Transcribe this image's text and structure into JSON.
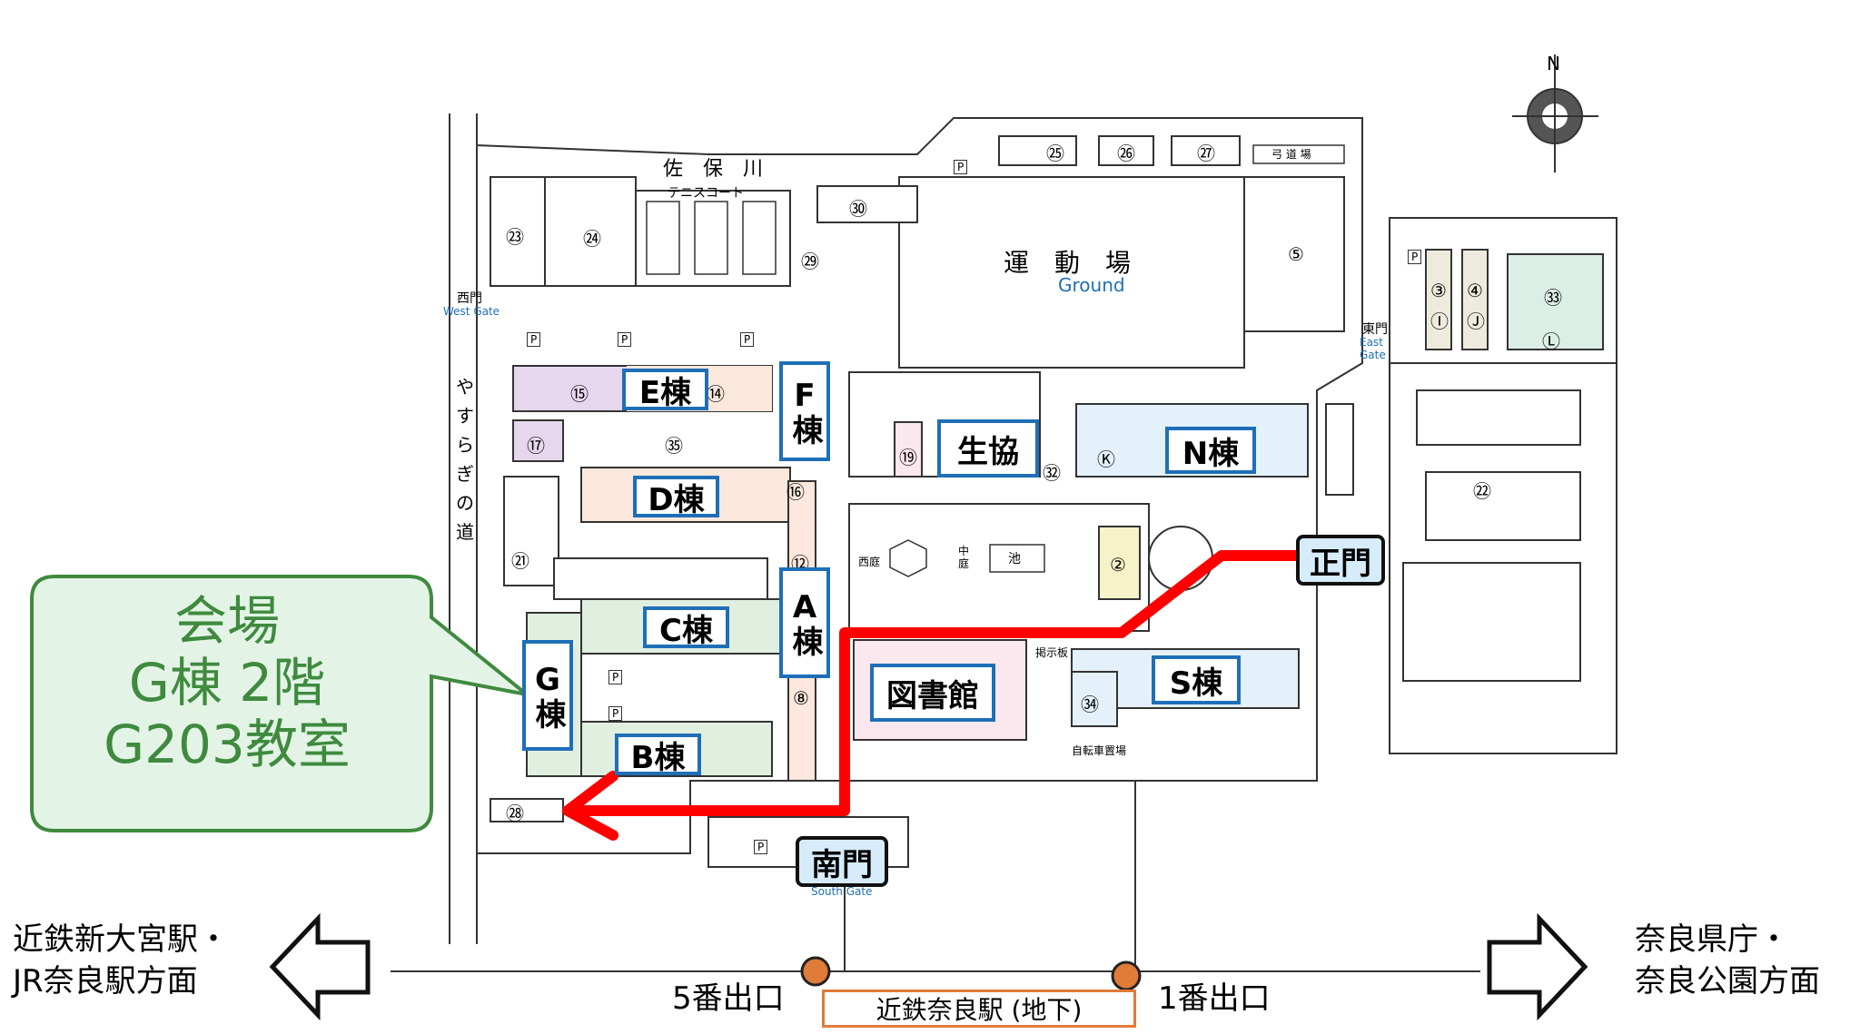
{
  "campus": {
    "ground_ja": "運　動　場",
    "ground_en": "Ground",
    "river": "佐　保　川",
    "tennis": "テニスコート",
    "kyudojo": "弓 道 場",
    "west_gate_ja": "西門",
    "west_gate_en": "West Gate",
    "east_gate_ja": "東門",
    "east_gate_en": "East Gate",
    "south_gate_en": "South Gate",
    "street": "やすらぎの道",
    "pond": "池",
    "courtyard": "中庭",
    "west_yard": "西庭",
    "notice_board": "掲示板",
    "bike_parking": "自転車置場",
    "parking": "P",
    "compass": "N"
  },
  "buildings": {
    "e": "E棟",
    "f": "F棟",
    "d": "D棟",
    "c": "C棟",
    "a": "A棟",
    "g": "G棟",
    "b": "B棟",
    "coop": "生協",
    "n": "N棟",
    "library": "図書館",
    "s": "S棟"
  },
  "gates": {
    "main": "正門",
    "south": "南門"
  },
  "numbers": [
    "②",
    "③",
    "④",
    "⑤",
    "⑫",
    "⑭",
    "⑮",
    "⑯",
    "⑰",
    "⑲",
    "㉑",
    "㉒",
    "㉓",
    "㉔",
    "㉕",
    "㉖",
    "㉗",
    "㉘",
    "㉙",
    "㉚",
    "㉜",
    "㉝",
    "㉞",
    "㉟",
    "Ⓘ",
    "Ⓙ",
    "Ⓚ",
    "Ⓛ",
    "⑧"
  ],
  "callout": {
    "line1": "会場",
    "line2": "G棟 2階",
    "line3": "G203教室"
  },
  "directions": {
    "left_line1": "近鉄新大宮駅・",
    "left_line2": "JR奈良駅方面",
    "right_line1": "奈良県庁・",
    "right_line2": "奈良公園方面"
  },
  "station": {
    "name": "近鉄奈良駅 (地下)",
    "exit5": "5番出口",
    "exit1": "1番出口"
  },
  "colors": {
    "route": "#ff0000",
    "building_border": "#1e6fb8",
    "callout_fill": "#e3f4e6",
    "callout_border": "#3f8a3f",
    "exit_dot": "#e07b39",
    "gate_fill": "#d6ecfa"
  }
}
